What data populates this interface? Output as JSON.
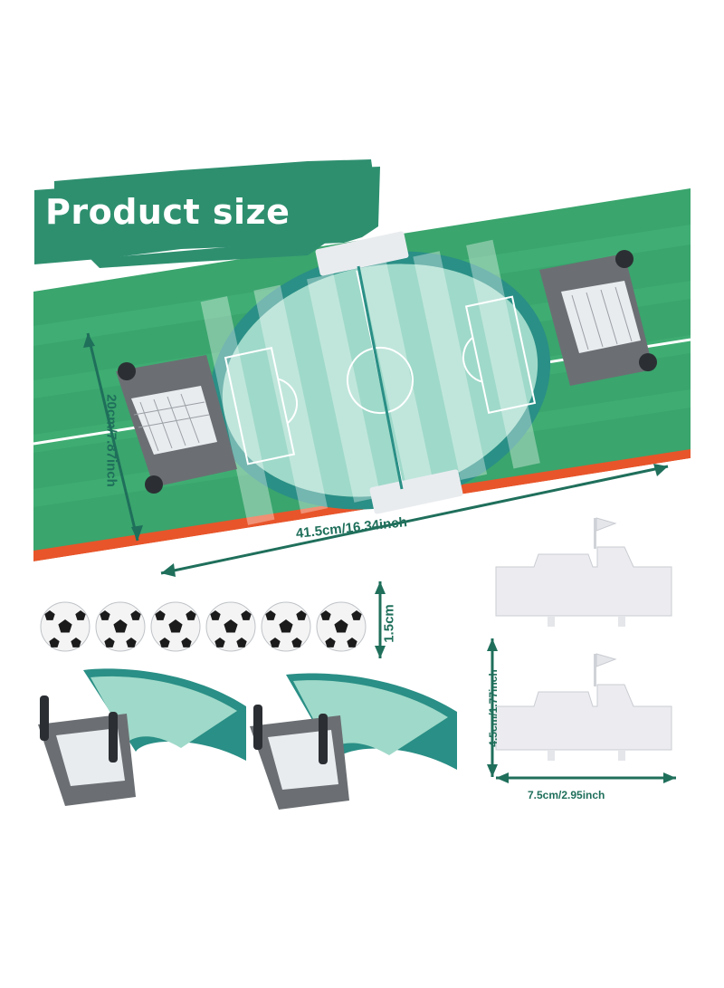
{
  "title": "Product size",
  "dimensions": {
    "length": "41.5cm/16.34inch",
    "width": "20cm/7.87inch",
    "ball": "1.5cm",
    "flag_height": "4.5cm/1.77inch",
    "flag_width": "7.5cm/2.95inch"
  },
  "balls": {
    "count": 6
  },
  "colors": {
    "banner": "#2e8f6f",
    "field_green": "#3aa56d",
    "field_stripe": "#43b277",
    "orange_line": "#e8552a",
    "board_teal": "#2a8f86",
    "board_pitch": "#9fd9c9",
    "dimension_line": "#1f6f5b",
    "goal_gray": "#6b6f73"
  }
}
